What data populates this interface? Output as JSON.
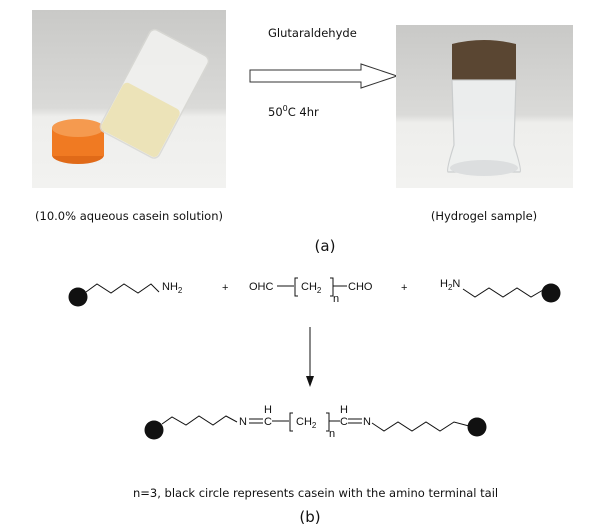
{
  "panel_a": {
    "reagent": "Glutaraldehyde",
    "condition_temp": "50",
    "condition_deg": "0",
    "condition_rest": "C 4hr",
    "left_caption": "(10.0% aqueous casein solution)",
    "right_caption": "(Hydrogel sample)",
    "label": "(a)"
  },
  "panel_b": {
    "nh2": "NH",
    "nh2_sub": "2",
    "plus": "+",
    "ohc": "OHC",
    "ch2": "CH",
    "ch2_sub": "2",
    "n": "n",
    "cho": "CHO",
    "h2n_h": "H",
    "h2n_sub": "2",
    "h2n_n": "N",
    "N": "N",
    "C": "C",
    "H": "H",
    "note": "n=3, black circle represents casein with the amino terminal tail",
    "label": "(b)"
  },
  "colors": {
    "cap": "#f07a22",
    "gel": "#5a4632",
    "solution": "#efe8c4"
  }
}
